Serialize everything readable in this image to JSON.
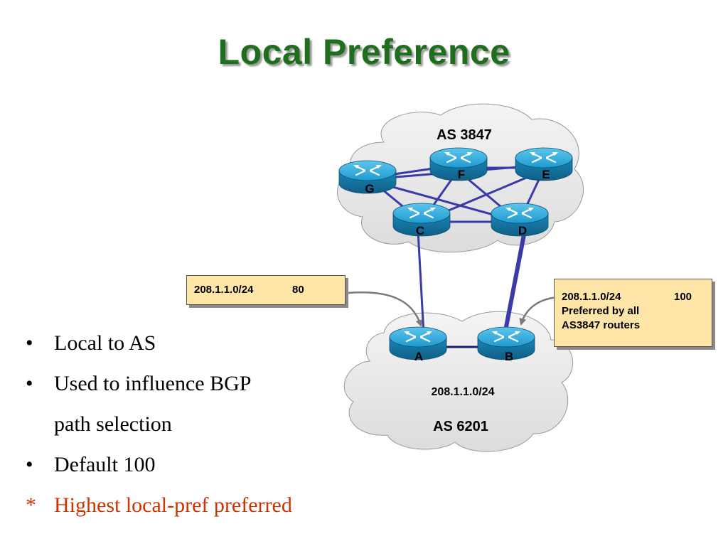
{
  "title": "Local Preference",
  "bullets": [
    {
      "mark": "•",
      "lines": [
        "Local to AS"
      ]
    },
    {
      "mark": "•",
      "lines": [
        "Used to influence BGP",
        "path selection"
      ]
    },
    {
      "mark": "•",
      "lines": [
        "Default 100"
      ]
    },
    {
      "mark": "*",
      "lines": [
        "Highest local-pref preferred"
      ],
      "color": "#cc3300"
    }
  ],
  "diagram": {
    "as_top": {
      "label": "AS 3847"
    },
    "as_bottom": {
      "label": "AS 6201",
      "prefix": "208.1.1.0/24"
    },
    "routers": {
      "G": "G",
      "F": "F",
      "E": "E",
      "C": "C",
      "D": "D",
      "A": "A",
      "B": "B"
    },
    "note_left": {
      "prefix": "208.1.1.0/24",
      "value": "80"
    },
    "note_right": {
      "prefix": "208.1.1.0/24",
      "value": "100",
      "line2": "Preferred by all",
      "line3": "AS3847 routers"
    },
    "colors": {
      "title": "#1e6e1e",
      "router": "#1a8fc4",
      "link": "#3a3aa8",
      "cloud": "#e8e8e8",
      "note": "#ffe6a8",
      "highlight": "#cc3300"
    }
  }
}
